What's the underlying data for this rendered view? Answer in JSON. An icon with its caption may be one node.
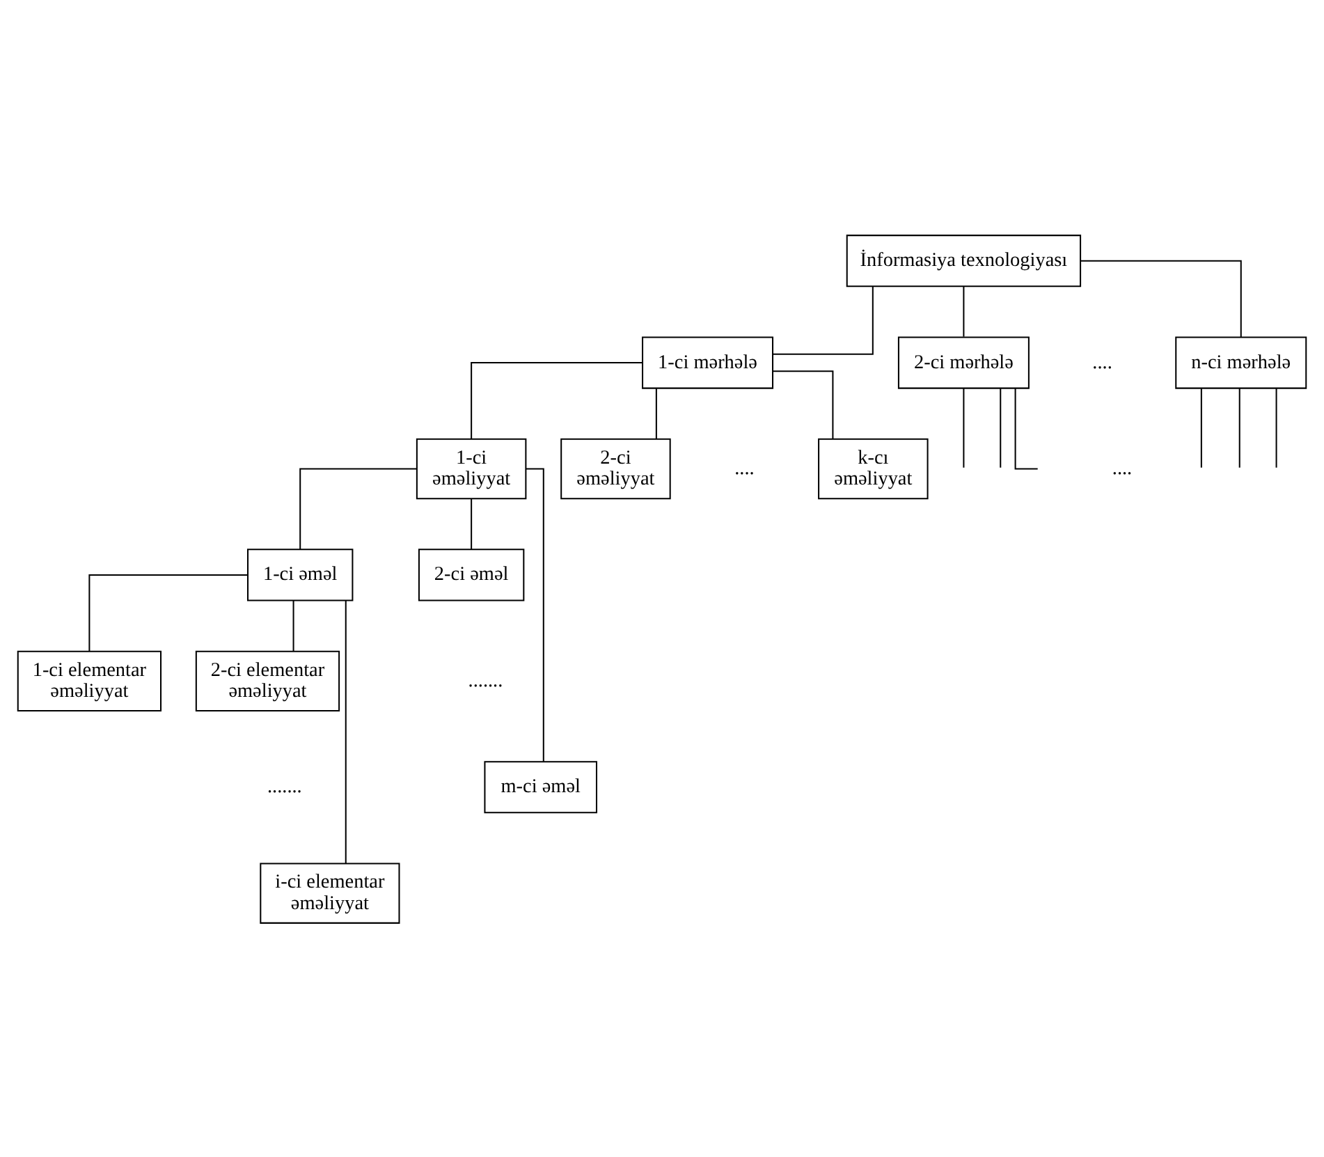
{
  "diagram": {
    "nodes": [
      {
        "text": [
          "İnformasiya texnologiyası"
        ]
      },
      {
        "text": [
          "1-ci mərhələ"
        ]
      },
      {
        "text": [
          "2-ci mərhələ"
        ]
      },
      {
        "text": [
          "n-ci mərhələ"
        ]
      },
      {
        "text": [
          "1-ci əməliyyat"
        ]
      },
      {
        "text": [
          "2-ci əməliyyat"
        ]
      },
      {
        "text": [
          "k-cı əməliyyat"
        ]
      },
      {
        "text": [
          "1-ci əməl"
        ]
      },
      {
        "text": [
          "2-ci əməl"
        ]
      },
      {
        "text": [
          "m-ci əməl"
        ]
      },
      {
        "text": [
          "1-ci elementar əməliyyat"
        ]
      },
      {
        "text": [
          "2-ci elementar əməliyyat"
        ]
      },
      {
        "text": [
          "i-ci elementar əməliyyat"
        ]
      }
    ],
    "edges": [
      {
        "from": 0,
        "to": 1,
        "arrow": "none"
      },
      {
        "from": 0,
        "to": 2,
        "arrow": "none"
      },
      {
        "from": 0,
        "to": 3,
        "arrow": "none"
      },
      {
        "from": 2,
        "to": null,
        "arrow": "none"
      },
      {
        "from": 2,
        "to": null,
        "arrow": "none"
      },
      {
        "from": 2,
        "to": null,
        "arrow": "none"
      },
      {
        "from": 3,
        "to": null,
        "arrow": "none"
      },
      {
        "from": 3,
        "to": null,
        "arrow": "none"
      },
      {
        "from": 3,
        "to": null,
        "arrow": "none"
      },
      {
        "from": 1,
        "to": 4,
        "arrow": "none"
      },
      {
        "from": 1,
        "to": 5,
        "arrow": "none"
      },
      {
        "from": 1,
        "to": 6,
        "arrow": "none"
      },
      {
        "from": 4,
        "to": 7,
        "arrow": "none"
      },
      {
        "from": 4,
        "to": 8,
        "arrow": "none"
      },
      {
        "from": 4,
        "to": 9,
        "arrow": "none"
      },
      {
        "from": 7,
        "to": 10,
        "arrow": "none"
      },
      {
        "from": 7,
        "to": 11,
        "arrow": "none"
      },
      {
        "from": 7,
        "to": 12,
        "arrow": "none"
      }
    ],
    "labels": [
      "....",
      "....",
      "....",
      ".......",
      "......."
    ]
  }
}
